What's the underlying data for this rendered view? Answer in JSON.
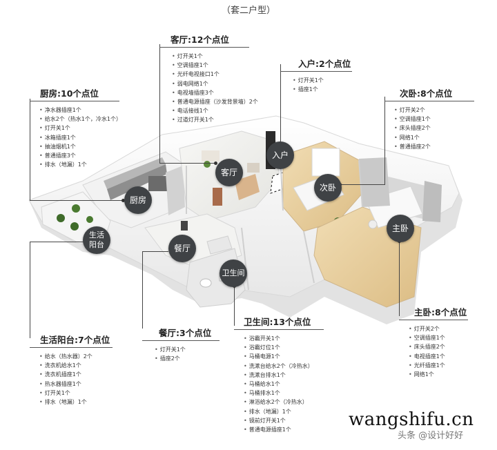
{
  "title": "（套二户型）",
  "rooms": {
    "living": {
      "badge": "客厅",
      "heading": "客厅:12个点位",
      "items": [
        "灯开关1个",
        "空调插座1个",
        "光纤电视接口1个",
        "弱电网络1个",
        "电视墙插座3个",
        "普通电源插座（沙发背景墙）2个",
        "电话接线1个",
        "过道灯开关1个"
      ]
    },
    "entry": {
      "badge": "入户",
      "heading": "入户:2个点位",
      "items": [
        "灯开关1个",
        "插座1个"
      ]
    },
    "kitchen": {
      "badge": "厨房",
      "heading": "厨房:10个点位",
      "items": [
        "净水器插座1个",
        "给水2个（热水1个，冷水1个）",
        "灯开关1个",
        "冰箱插座1个",
        "抽油烟机1个",
        "普通插座3个",
        "排水（地漏）1个"
      ]
    },
    "second": {
      "badge": "次卧",
      "heading": "次卧:8个点位",
      "items": [
        "灯开关2个",
        "空调插座1个",
        "床头插座2个",
        "网络1个",
        "普通插座2个"
      ]
    },
    "master": {
      "badge": "主卧",
      "heading": "主卧:8个点位",
      "items": [
        "灯开关2个",
        "空调插座1个",
        "床头插座2个",
        "电视插座1个",
        "光纤插座1个",
        "网络1个"
      ]
    },
    "balcony": {
      "badge": "生活阳台",
      "badge_line1": "生活",
      "badge_line2": "阳台",
      "heading": "生活阳台:7个点位",
      "items": [
        "给水（热水器）2个",
        "洗衣机给水1个",
        "洗衣机插座1个",
        "热水器插座1个",
        "灯开关1个",
        "排水（地漏）1个"
      ]
    },
    "dining": {
      "badge": "餐厅",
      "heading": "餐厅:3个点位",
      "items": [
        "灯开关1个",
        "插座2个"
      ]
    },
    "bathroom": {
      "badge": "卫生间",
      "heading": "卫生间:13个点位",
      "items": [
        "浴霸开关1个",
        "浴霸灯位1个",
        "马桶电源1个",
        "洗漱台给水2个（冷热水）",
        "洗漱台排水1个",
        "马桶给水1个",
        "马桶排水1个",
        "淋浴给水2个（冷热水）",
        "排水（地漏）1个",
        "镜前灯开关1个",
        "普通电源插座1个"
      ]
    }
  },
  "watermark": {
    "site": "wangshifu.cn",
    "author": "头条 @设计好好"
  },
  "colors": {
    "badge": "#3f4245",
    "floor_wood": "#e8cf9c",
    "wall": "#f4f4f4",
    "accent_line": "#444444"
  }
}
